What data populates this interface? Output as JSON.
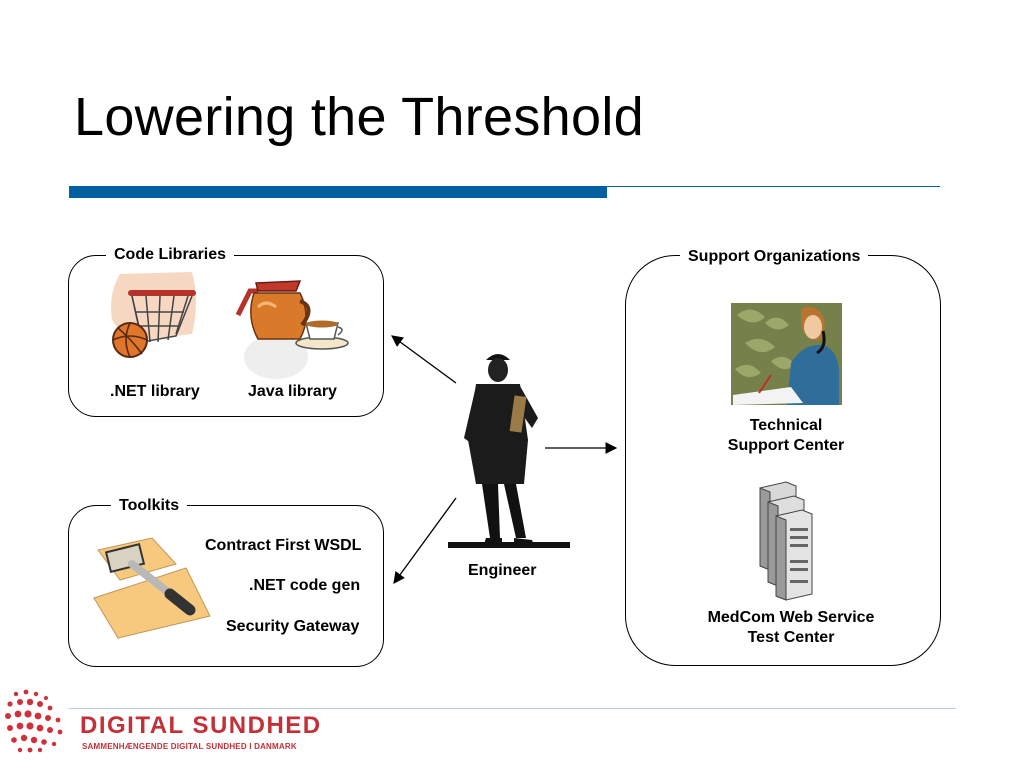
{
  "slide": {
    "title": "Lowering the Threshold"
  },
  "code_libraries": {
    "heading": "Code Libraries",
    "items": [
      ".NET library",
      "Java library"
    ]
  },
  "toolkits": {
    "heading": "Toolkits",
    "items": [
      "Contract First WSDL",
      ".NET code gen",
      "Security Gateway"
    ]
  },
  "engineer": {
    "label": "Engineer"
  },
  "support": {
    "heading": "Support Organizations",
    "technical_line1": "Technical",
    "technical_line2": "Support Center",
    "medcom_line1": "MedCom Web Service",
    "medcom_line2": "Test Center"
  },
  "footer": {
    "brand": "DIGITAL SUNDHED",
    "tagline": "SAMMENHÆNGENDE DIGITAL SUNDHED I DANMARK"
  },
  "colors": {
    "accent_blue": "#0060a0",
    "brand_red": "#c33038"
  },
  "icons": [
    "basketball-hoop-icon",
    "coffee-pot-icon",
    "hammer-icon",
    "engineer-figure-icon",
    "support-agent-photo-icon",
    "server-stack-icon",
    "digital-sundhed-logo-icon"
  ]
}
